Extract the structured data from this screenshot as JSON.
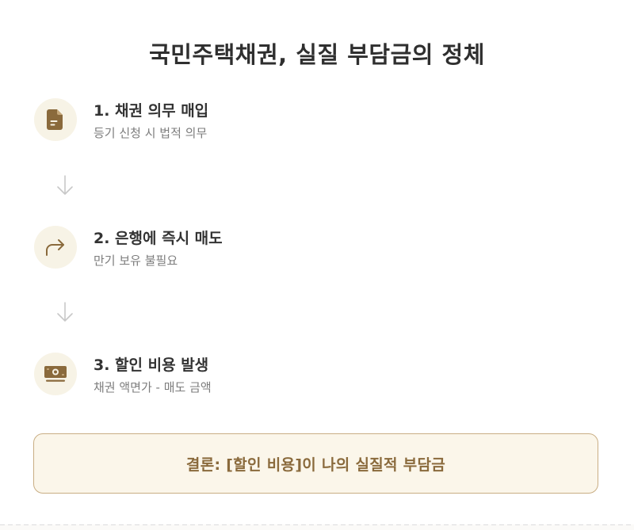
{
  "title": "국민주택채권, 실질 부담금의 정체",
  "steps": [
    {
      "title": "1. 채권 의무 매입",
      "desc": "등기 신청 시 법적 의무",
      "icon": "document-icon"
    },
    {
      "title": "2. 은행에 즉시 매도",
      "desc": "만기 보유 불필요",
      "icon": "share-arrow-icon"
    },
    {
      "title": "3. 할인 비용 발생",
      "desc": "채권 액면가 - 매도 금액",
      "icon": "money-bill-icon"
    }
  ],
  "conclusion": "결론: [할인 비용]이 나의 실질적 부담금",
  "colors": {
    "icon_brown": "#8a6a3c",
    "icon_bg": "#f7f3e6",
    "conclusion_bg": "#fbf6ea",
    "conclusion_border": "#c9ae84",
    "arrow_gray": "#c8c8c8"
  }
}
